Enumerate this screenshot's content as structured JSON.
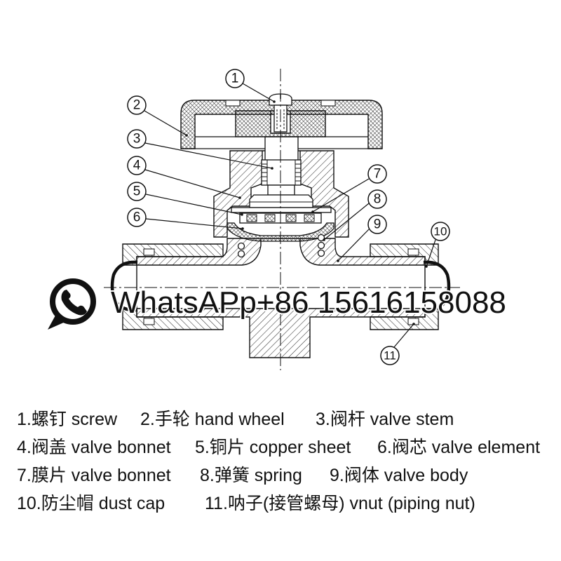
{
  "callouts": [
    {
      "label": "1"
    },
    {
      "label": "2"
    },
    {
      "label": "3"
    },
    {
      "label": "4"
    },
    {
      "label": "5"
    },
    {
      "label": "6"
    },
    {
      "label": "7"
    },
    {
      "label": "8"
    },
    {
      "label": "9"
    },
    {
      "label": "10"
    },
    {
      "label": "11"
    }
  ],
  "watermark": {
    "icon": "whatsapp-icon",
    "text": "WhatsAPp+86 15616158088"
  },
  "legend": [
    "1.螺钉 screw",
    "2.手轮 hand wheel",
    "3.阀杆 valve stem",
    "4.阀盖 valve bonnet",
    "5.铜片 copper sheet",
    "6.阀芯 valve element",
    "7.膜片 valve bonnet",
    "8.弹簧 spring",
    "9.阀体 valve body",
    "10.防尘帽 dust cap",
    "11.呐子(接管螺母) vnut (piping nut)"
  ],
  "colors": {
    "ink": "#111111",
    "background": "#ffffff"
  }
}
